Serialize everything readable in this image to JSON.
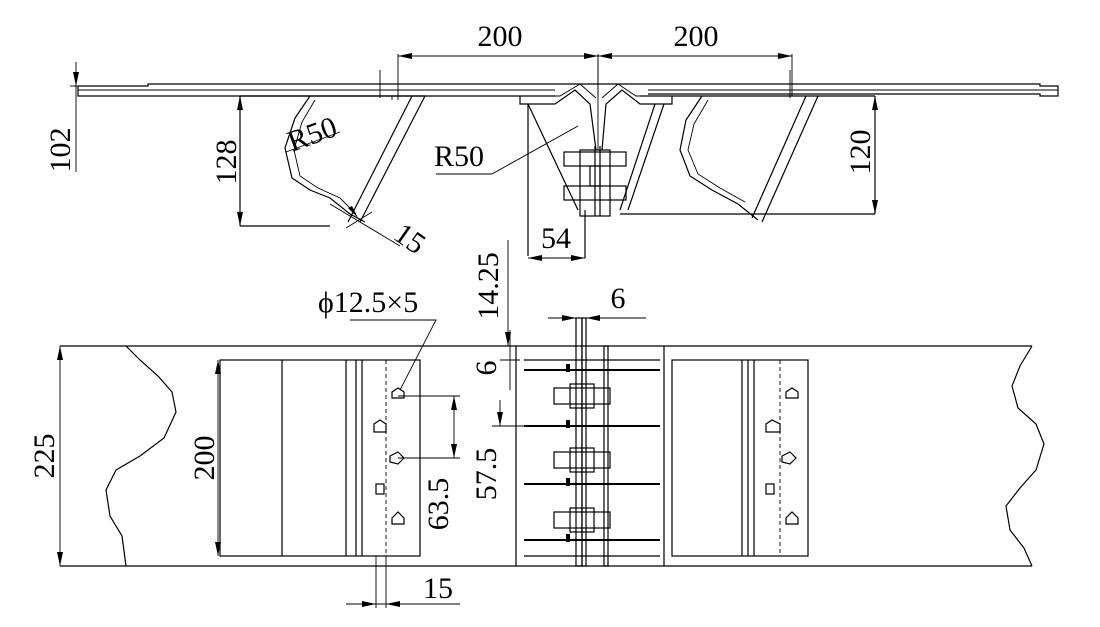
{
  "dimensions": {
    "top_left_200": "200",
    "top_right_200": "200",
    "height_102": "102",
    "height_128": "128",
    "radius_left": "R50",
    "radius_center": "R50",
    "thickness_15_top": "15",
    "width_54": "54",
    "height_120": "120",
    "offset_14_25": "14.25",
    "bolt_hole": "ϕ12.5×5",
    "plate_6_top": "6",
    "plate_6_side": "6",
    "height_225": "225",
    "height_200": "200",
    "spacing_63_5": "63.5",
    "spacing_57_5": "57.5",
    "width_15_bottom": "15"
  }
}
